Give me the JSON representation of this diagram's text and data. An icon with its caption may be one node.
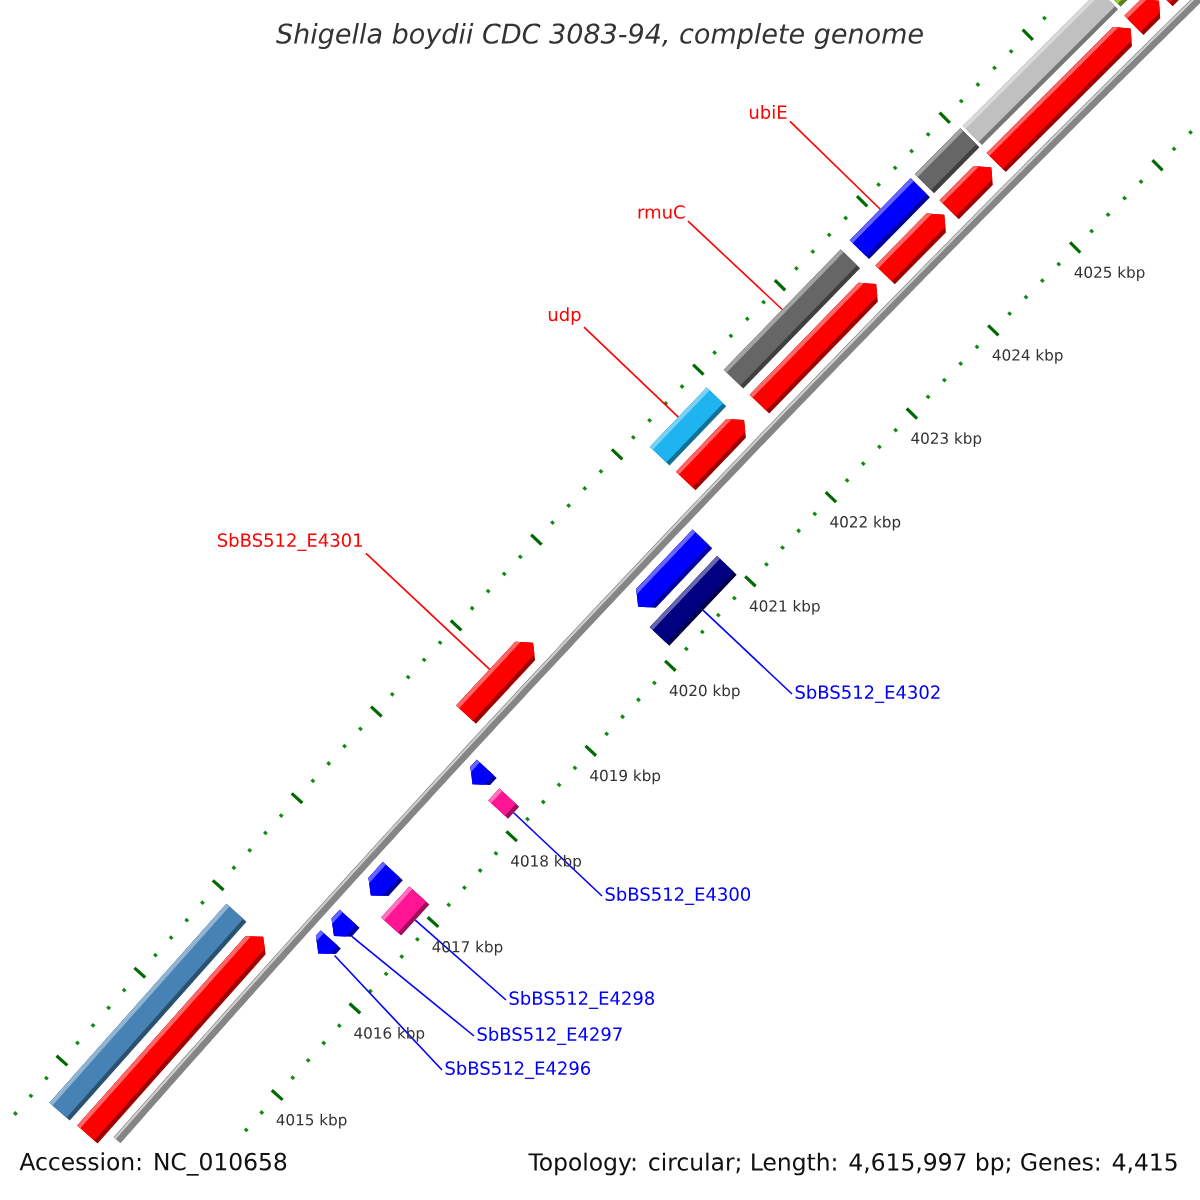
{
  "diagram": {
    "title": "Shigella boydii CDC 3083-94, complete genome",
    "nodes": [
      {
        "text": [
          "ubiE"
        ]
      },
      {
        "text": [
          "rmuC"
        ]
      },
      {
        "text": [
          "udp"
        ]
      },
      {
        "text": [
          "SbBS512_E4301"
        ]
      },
      {
        "text": [
          "SbBS512_E4302"
        ]
      },
      {
        "text": [
          "SbBS512_E4300"
        ]
      },
      {
        "text": [
          "SbBS512_E4298"
        ]
      },
      {
        "text": [
          "SbBS512_E4297"
        ]
      },
      {
        "text": [
          "SbBS512_E4296"
        ]
      },
      {
        "text": [],
        "shape": "box"
      },
      {
        "text": [],
        "shape": "box"
      },
      {
        "text": [],
        "shape": "box"
      },
      {
        "text": [],
        "shape": "box"
      },
      {
        "text": [],
        "shape": "box"
      },
      {
        "text": [],
        "shape": "box"
      },
      {
        "text": [],
        "shape": "box"
      },
      {
        "text": [],
        "shape": "bar"
      },
      {
        "text": [],
        "shape": "bar"
      },
      {
        "text": [],
        "shape": "bar"
      },
      {
        "text": [],
        "shape": "bar"
      },
      {
        "text": [],
        "shape": "bar"
      },
      {
        "text": [],
        "shape": "bar"
      },
      {
        "text": [],
        "shape": "bar"
      },
      {
        "text": [],
        "shape": "bar"
      },
      {
        "text": [],
        "shape": "bar"
      },
      {
        "text": [],
        "shape": "bar"
      },
      {
        "text": [],
        "shape": "box"
      },
      {
        "text": [],
        "shape": "bar"
      },
      {
        "text": [],
        "shape": "box"
      },
      {
        "text": [],
        "shape": "bar"
      },
      {
        "text": [],
        "shape": "box"
      },
      {
        "text": [],
        "shape": "bar"
      },
      {
        "text": [],
        "shape": "bar"
      }
    ],
    "edges": [
      {
        "from": 0,
        "to": 12,
        "arrow": "none",
        "color": "#ff0000"
      },
      {
        "from": 1,
        "to": 13,
        "arrow": "none",
        "color": "#ff0000"
      },
      {
        "from": 2,
        "to": 14,
        "arrow": "none",
        "color": "#ff0000"
      },
      {
        "from": 3,
        "to": 23,
        "arrow": "none",
        "color": "#ff0000"
      },
      {
        "from": 4,
        "to": 26,
        "arrow": "none"
      },
      {
        "from": 5,
        "to": 28,
        "arrow": "none"
      },
      {
        "from": 6,
        "to": 30,
        "arrow": "none"
      },
      {
        "from": 7,
        "to": 31,
        "arrow": "none"
      },
      {
        "from": 8,
        "to": 32,
        "arrow": "none"
      }
    ],
    "labels": [
      "4025 kbp",
      "4024 kbp",
      "4023 kbp",
      "4022 kbp",
      "4021 kbp",
      "4020 kbp",
      "4019 kbp",
      "4018 kbp",
      "4017 kbp",
      "4016 kbp",
      "4015 kbp",
      "Accession: NC_010658",
      "Topology: circular; Length: 4,615,997 bp; Genes: 4,415"
    ]
  }
}
